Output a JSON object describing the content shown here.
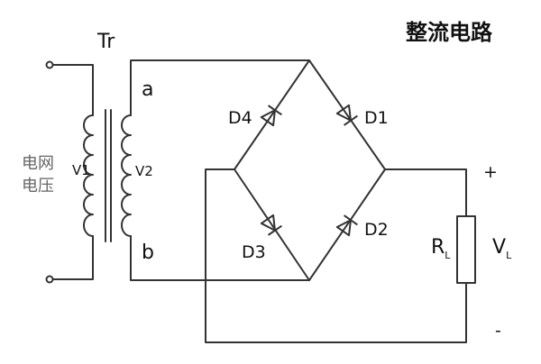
{
  "title": "整流电路",
  "transformer": {
    "name": "Tr",
    "primary": "V1",
    "secondary": "V2",
    "grid_line1": "电网",
    "grid_line2": "电压"
  },
  "nodes": {
    "a": "a",
    "b": "b"
  },
  "diodes": [
    "D1",
    "D2",
    "D3",
    "D4"
  ],
  "load": {
    "resistor": "R",
    "resistor_sub": "L",
    "voltage": "V",
    "voltage_sub": "L"
  },
  "polarity": {
    "plus": "+",
    "minus": "-"
  }
}
